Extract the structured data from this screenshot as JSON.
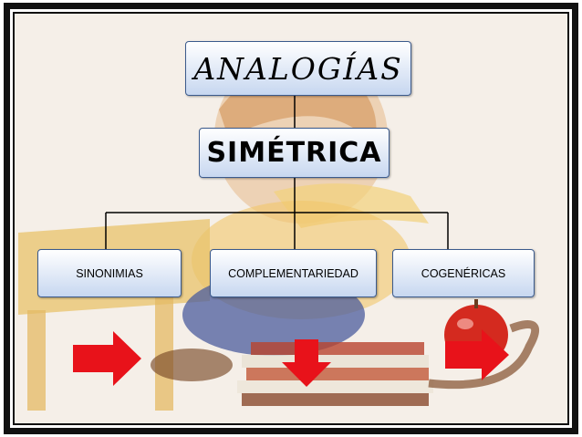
{
  "diagram": {
    "root": "ANALOGÍAS",
    "type": "SIMÉTRICA",
    "children": [
      {
        "label": "SINONIMIAS"
      },
      {
        "label": "COMPLEMENTARIEDAD"
      },
      {
        "label": "COGENÉRICAS"
      }
    ]
  },
  "colors": {
    "node_border": "#3b5a8c",
    "node_fill_top": "#ffffff",
    "node_fill_bottom": "#c7d7f0",
    "arrow": "#e8121a",
    "frame": "#111111"
  },
  "background_image": "cartoon-boy-at-desk-with-books-and-apple"
}
